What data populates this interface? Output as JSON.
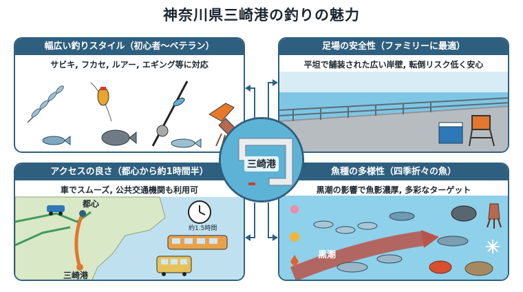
{
  "title": "神奈川県三崎港の釣りの魅力",
  "center": {
    "label": "三崎港"
  },
  "panels": {
    "style": {
      "heading": "幅広い釣りスタイル（初心者〜ベテラン）",
      "subtitle": "サビキ, フカセ, ルアー, エギング等に対応"
    },
    "safety": {
      "heading": "足場の安全性（ファミリーに最適）",
      "subtitle": "平坦で舗装された広い岸壁, 転倒リスク低く安心"
    },
    "access": {
      "heading": "アクセスの良さ（都心から約1時間半）",
      "subtitle": "車でスムーズ, 公共交通機関も利用可",
      "city_label": "都心",
      "port_label": "三崎港",
      "clock_label": "約1.5時間"
    },
    "species": {
      "heading": "魚種の多様性（四季折々の魚）",
      "subtitle": "黒潮の影響で魚影濃厚, 多彩なターゲット",
      "current_label": "黒潮"
    }
  },
  "colors": {
    "frame": "#2f5f7e",
    "sea": "#5db3d6",
    "land": "#d9e8c6",
    "route": "#e3772d",
    "current": "#b8544a"
  }
}
